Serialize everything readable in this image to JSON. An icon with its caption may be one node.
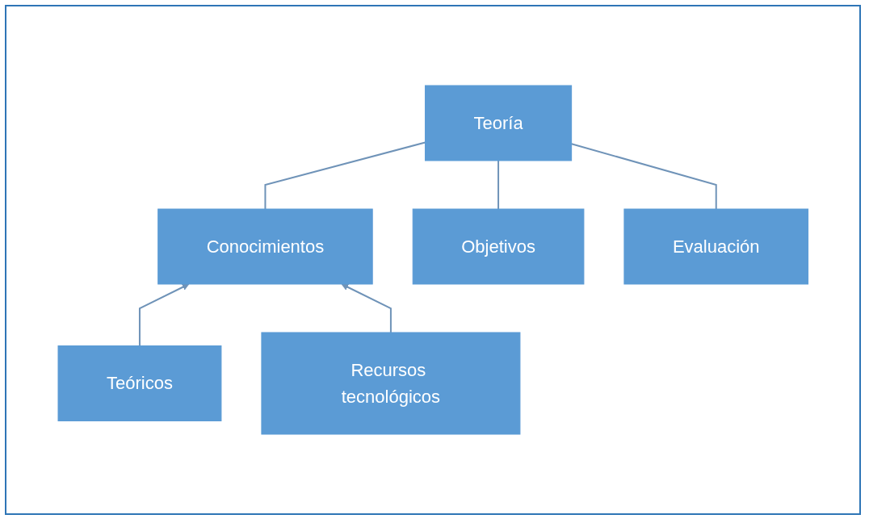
{
  "diagram": {
    "nodes": [
      {
        "text": [
          "Teoría"
        ]
      },
      {
        "text": [
          "Conocimientos"
        ]
      },
      {
        "text": [
          "Objetivos"
        ]
      },
      {
        "text": [
          "Evaluación"
        ]
      },
      {
        "text": [
          "Teóricos"
        ]
      },
      {
        "text": [
          "Recursos tecnológicos"
        ]
      }
    ],
    "edges": [
      {
        "from": 0,
        "to": 1,
        "arrow": "none"
      },
      {
        "from": 0,
        "to": 2,
        "arrow": "none"
      },
      {
        "from": 0,
        "to": 3,
        "arrow": "none"
      },
      {
        "from": 4,
        "to": 1,
        "arrow": "to"
      },
      {
        "from": 5,
        "to": 1,
        "arrow": "to"
      }
    ]
  }
}
